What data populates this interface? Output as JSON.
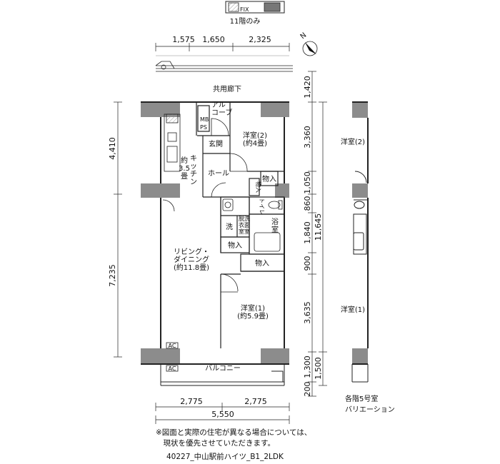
{
  "top_inset": {
    "fix_label": "FIX",
    "caption": "11階のみ"
  },
  "dims_top": [
    "1,575",
    "1,650",
    "2,325"
  ],
  "dims_left": [
    "4,410",
    "7,235"
  ],
  "dims_right": [
    "1,420",
    "3,360",
    "1,050",
    "860",
    "1,840",
    "900",
    "3,635",
    "1,300",
    "200"
  ],
  "dim_total_right": "11,645",
  "dim_balcony_right": "1,500",
  "dims_bottom": [
    "2,775",
    "2,775"
  ],
  "dim_total_bottom": "5,550",
  "rooms": {
    "corridor": "共用廊下",
    "alcove": "アル\nコーブ",
    "mb": "MB",
    "ps": "PS",
    "entrance": "玄関",
    "bedroom2": "洋室(2)\n(約4畳)",
    "hall": "ホール",
    "storage1": "物入",
    "storage2": "物入",
    "kitchen": "キ\nッ\nチ\nン",
    "kitchen_size": "約\n3.5\n畳",
    "toilet": "トイレ",
    "wash": "洗",
    "washroom": "洗\n面\n室",
    "washroom2": "脱\n衣\n室",
    "bath": "浴\n室",
    "storage3": "物入",
    "storage4": "物入",
    "living": "リビング・\nダイニング\n(約11.8畳)",
    "bedroom1": "洋室(1)\n(約5.9畳)",
    "balcony": "バルコニー",
    "ac1": "AC",
    "ac2": "AC"
  },
  "variation": {
    "room2": "洋室(2)",
    "room1": "洋室(1)",
    "caption_line1": "各階5号室",
    "caption_line2": "バリエーション"
  },
  "note_lines": [
    "※図面と実際の住宅が異なる場合については、",
    "　現状を優先させていただきます。"
  ],
  "plan_code": "40227_中山駅前ハイツ_B1_2LDK"
}
